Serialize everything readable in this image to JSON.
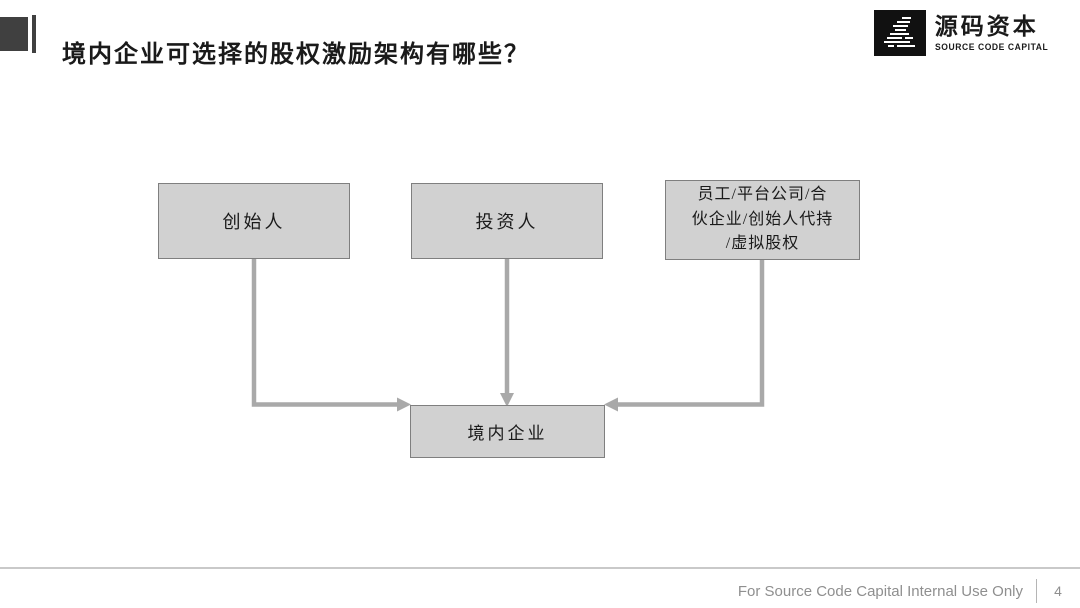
{
  "slide": {
    "title": "境内企业可选择的股权激励架构有哪些？",
    "footer_text": "For Source Code Capital Internal Use Only",
    "page_number": "4"
  },
  "logo": {
    "name_cn": "源码资本",
    "name_en": "SOURCE CODE CAPITAL"
  },
  "diagram": {
    "nodes": [
      {
        "id": "founder",
        "label": "创始人"
      },
      {
        "id": "investor",
        "label": "投资人"
      },
      {
        "id": "employee-vehicles",
        "label": "员工/平台公司/合伙企业/创始人代持/虚拟股权",
        "lines": [
          "员工/平台公司/合",
          "伙企业/创始人代持",
          "/虚拟股权"
        ]
      },
      {
        "id": "domestic-company",
        "label": "境内企业"
      }
    ],
    "edges": [
      {
        "from": "founder",
        "to": "domestic-company",
        "style": "elbow-right"
      },
      {
        "from": "investor",
        "to": "domestic-company",
        "style": "straight-down"
      },
      {
        "from": "employee-vehicles",
        "to": "domestic-company",
        "style": "elbow-left"
      }
    ]
  },
  "colors": {
    "node_fill": "#d1d1d1",
    "node_border": "#7f7f7f",
    "arrow": "#a9a9a9",
    "title_marker": "#404040",
    "logo_bg": "#111111",
    "footer_text": "#8f8f8f",
    "footer_line": "#c9c9c9"
  }
}
